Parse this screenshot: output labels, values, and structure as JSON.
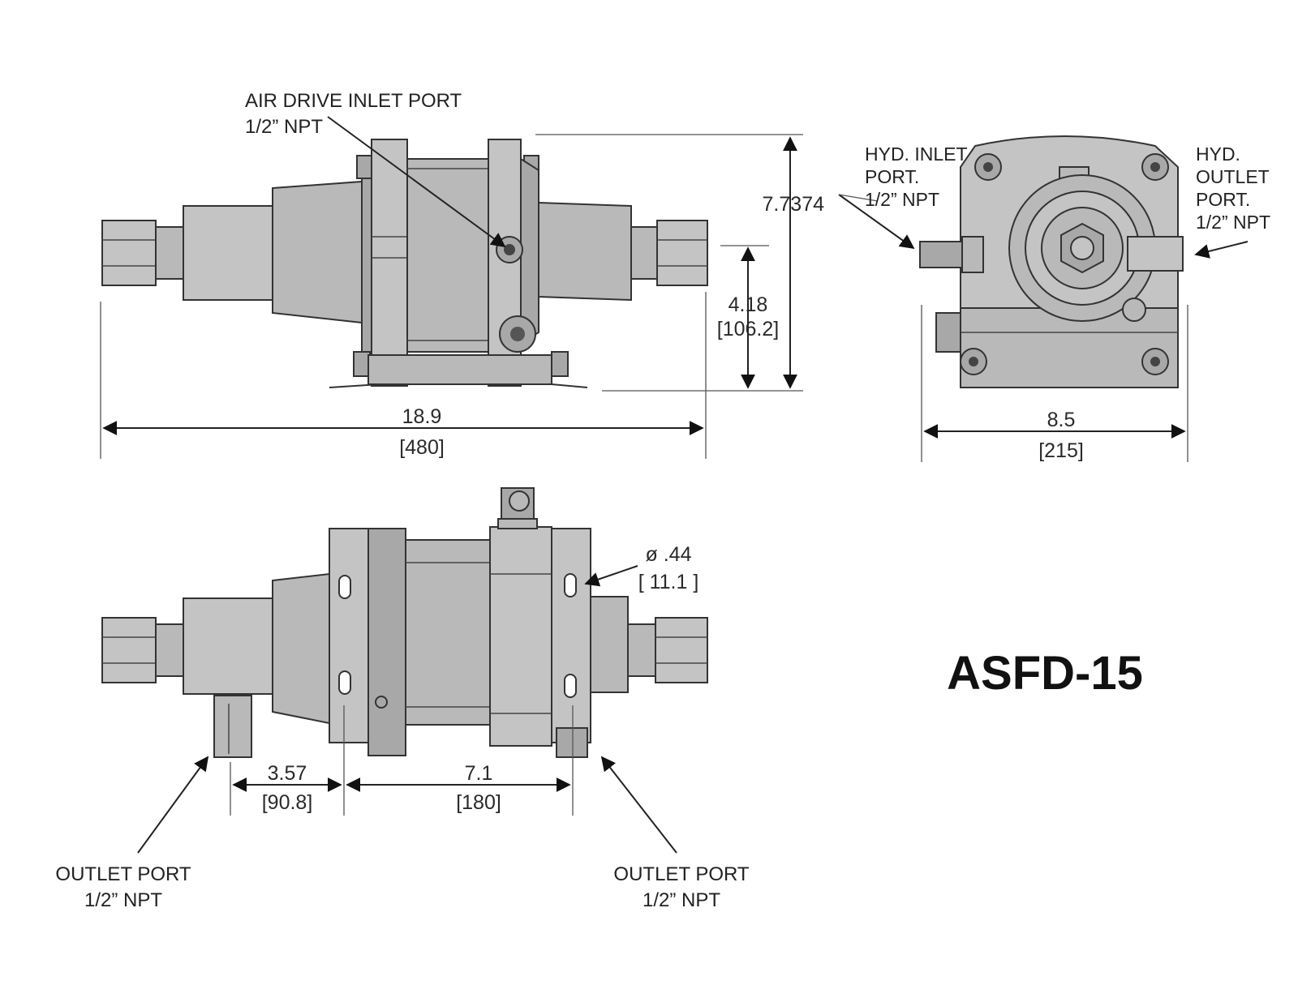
{
  "model": "ASFD-15",
  "side_view": {
    "callout_air_inlet": [
      "AIR DRIVE INLET PORT",
      "1/2” NPT"
    ],
    "dim_length": {
      "value": "18.9",
      "metric": "[480]"
    },
    "dim_height_total": {
      "value": "7.7374"
    },
    "dim_height_axis": {
      "value": "4.18",
      "metric": "[106.2]"
    }
  },
  "end_view": {
    "callout_hyd_inlet": [
      "HYD. INLET",
      "PORT.",
      "1/2” NPT"
    ],
    "callout_hyd_outlet": [
      "HYD.",
      "OUTLET",
      "PORT.",
      "1/2” NPT"
    ],
    "dim_width": {
      "value": "8.5",
      "metric": "[215]"
    }
  },
  "bottom_view": {
    "callout_hole": {
      "value": "ø .44",
      "metric": "[ 11.1 ]"
    },
    "dim_port_offset": {
      "value": "3.57",
      "metric": "[90.8]"
    },
    "dim_hole_spacing": {
      "value": "7.1",
      "metric": "[180]"
    },
    "callout_outlet_left": [
      "OUTLET PORT",
      "1/2” NPT"
    ],
    "callout_outlet_right": [
      "OUTLET PORT",
      "1/2” NPT"
    ]
  }
}
